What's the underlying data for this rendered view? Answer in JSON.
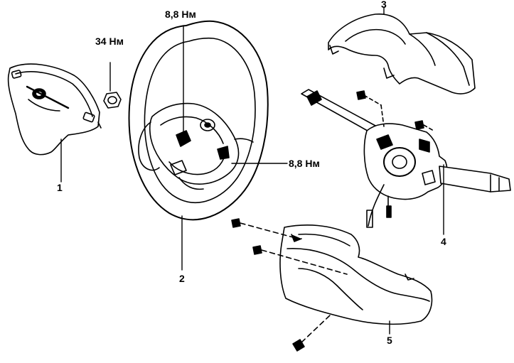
{
  "labels": {
    "part1": "1",
    "part2": "2",
    "part3": "3",
    "part4": "4",
    "part5": "5",
    "torque_nut": "34 Нм",
    "torque_top": "8,8 Нм",
    "torque_right": "8,8 Нм"
  },
  "components": [
    {
      "id": "airbag-module",
      "number": "1"
    },
    {
      "id": "steering-wheel",
      "number": "2"
    },
    {
      "id": "upper-column-cover",
      "number": "3"
    },
    {
      "id": "combination-switch",
      "number": "4"
    },
    {
      "id": "lower-column-cover",
      "number": "5"
    }
  ],
  "colors": {
    "ink": "#000000",
    "background": "#ffffff"
  }
}
